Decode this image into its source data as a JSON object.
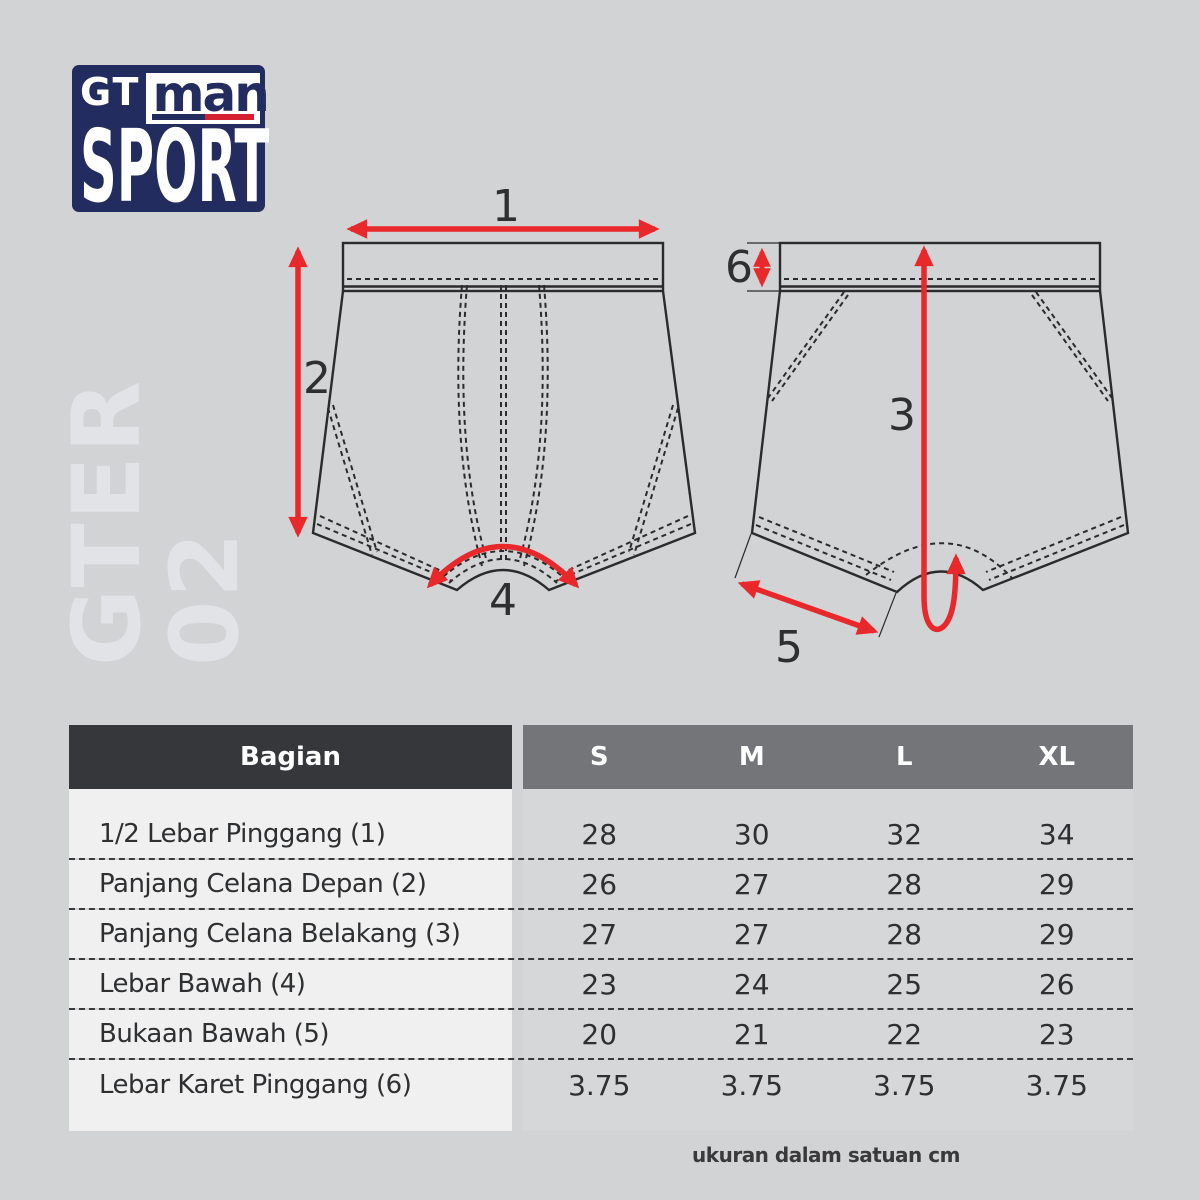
{
  "logo": {
    "gt": "GT",
    "man": "man",
    "sport": "SPORT"
  },
  "watermark": {
    "line1": "GTER",
    "line2": "02"
  },
  "diagram": {
    "labels": [
      "1",
      "2",
      "3",
      "4",
      "5",
      "6"
    ]
  },
  "table": {
    "corner_header": "Bagian",
    "size_headers": [
      "S",
      "M",
      "L",
      "XL"
    ],
    "rows": [
      {
        "label": "1/2 Lebar Pinggang (1)",
        "values": [
          "28",
          "30",
          "32",
          "34"
        ]
      },
      {
        "label": "Panjang Celana Depan (2)",
        "values": [
          "26",
          "27",
          "28",
          "29"
        ]
      },
      {
        "label": "Panjang Celana Belakang (3)",
        "values": [
          "27",
          "27",
          "28",
          "29"
        ]
      },
      {
        "label": "Lebar Bawah (4)",
        "values": [
          "23",
          "24",
          "25",
          "26"
        ]
      },
      {
        "label": "Bukaan Bawah (5)",
        "values": [
          "20",
          "21",
          "22",
          "23"
        ]
      },
      {
        "label": "Lebar Karet Pinggang (6)",
        "values": [
          "3.75",
          "3.75",
          "3.75",
          "3.75"
        ]
      }
    ]
  },
  "footer": {
    "note": "ukuran dalam satuan cm"
  },
  "colors": {
    "page_bg": "#d2d3d5",
    "navy": "#222c5e",
    "logo_red": "#d5202f",
    "arrow_red": "#e8282a",
    "header_dark": "#35373a",
    "header_gray": "#747578",
    "cell_light": "#f0f0f1",
    "cell_gray": "#d6d7d9"
  }
}
